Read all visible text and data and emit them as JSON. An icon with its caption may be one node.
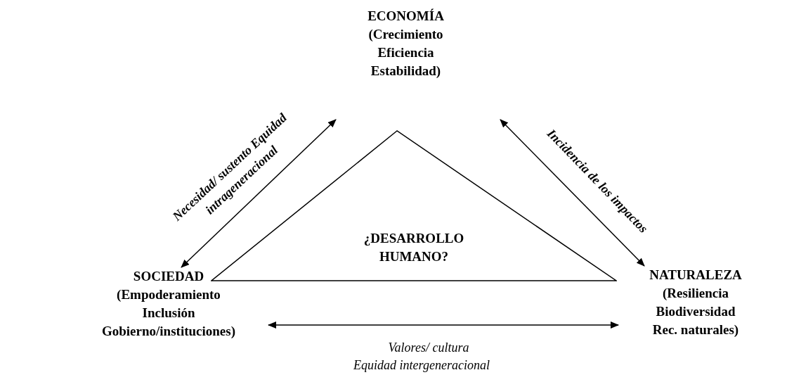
{
  "diagram": {
    "nodes": [
      {
        "text": [
          "ECONOMÍA",
          "(Crecimiento Eficiencia Estabilidad)"
        ]
      },
      {
        "text": [
          "SOCIEDAD",
          "(Empoderamiento Inclusión Gobierno/instituciones)"
        ]
      },
      {
        "text": [
          "NATURALEZA",
          "(Resiliencia Biodiversidad Rec. naturales)"
        ]
      },
      {
        "text": [
          "¿DESARROLLO HUMANO?"
        ]
      }
    ],
    "edges": [
      {
        "from": 1,
        "to": 0,
        "arrow": "both",
        "label": "Necesidad/ sustento Equidad intrageneracional"
      },
      {
        "from": 0,
        "to": 2,
        "arrow": "both",
        "label": "Incidencia de los impactos"
      },
      {
        "from": 1,
        "to": 2,
        "arrow": "both",
        "label": "Valores/ cultura Equidad intergeneracional"
      }
    ]
  }
}
